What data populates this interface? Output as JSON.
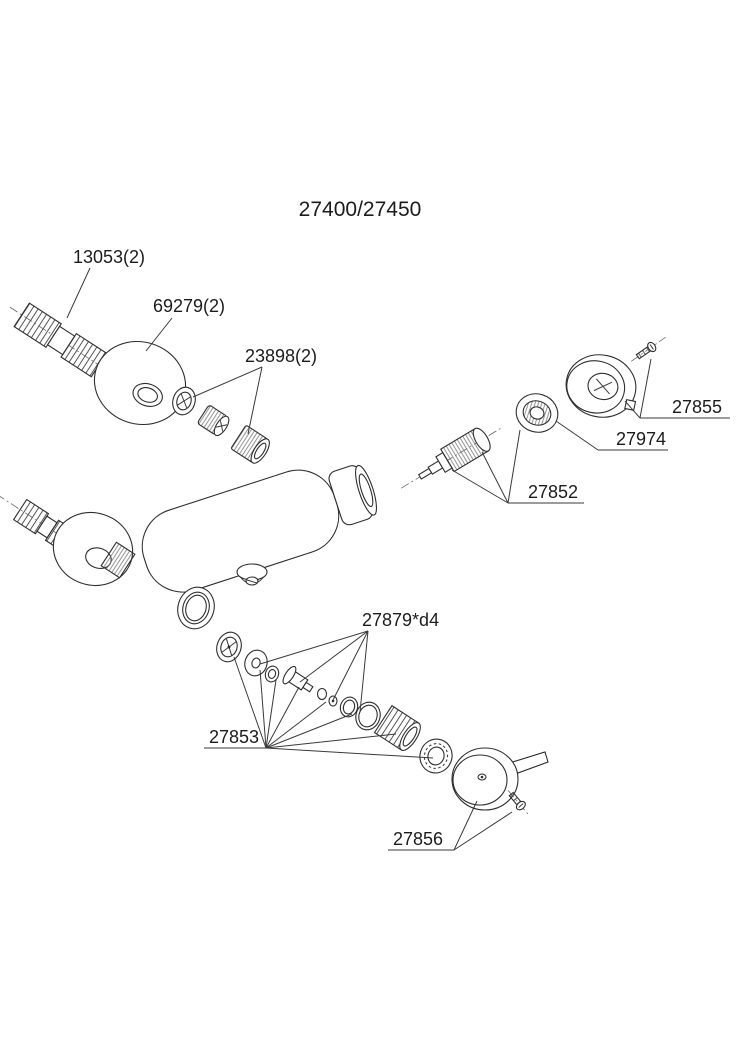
{
  "diagram": {
    "title": "27400/27450",
    "background": "#ffffff",
    "line_color": "#2e2e2e",
    "labels": [
      {
        "id": "13053",
        "text": "13053(2)"
      },
      {
        "id": "69279",
        "text": "69279(2)"
      },
      {
        "id": "23898",
        "text": "23898(2)"
      },
      {
        "id": "27855",
        "text": "27855"
      },
      {
        "id": "27974",
        "text": "27974"
      },
      {
        "id": "27852",
        "text": "27852"
      },
      {
        "id": "27879",
        "text": "27879*d4"
      },
      {
        "id": "27853",
        "text": "27853"
      },
      {
        "id": "27856",
        "text": "27856"
      }
    ]
  }
}
